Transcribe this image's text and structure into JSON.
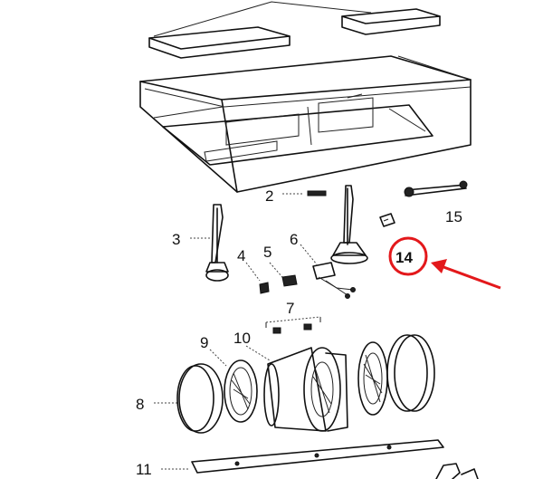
{
  "labels": [
    {
      "id": "2",
      "text": "2"
    },
    {
      "id": "3",
      "text": "3"
    },
    {
      "id": "4",
      "text": "4"
    },
    {
      "id": "5",
      "text": "5"
    },
    {
      "id": "6",
      "text": "6"
    },
    {
      "id": "7",
      "text": "7"
    },
    {
      "id": "8",
      "text": "8"
    },
    {
      "id": "9",
      "text": "9"
    },
    {
      "id": "10",
      "text": "10"
    },
    {
      "id": "11",
      "text": "11"
    },
    {
      "id": "14",
      "text": "14"
    },
    {
      "id": "15",
      "text": "15"
    }
  ],
  "highlight": {
    "label": "14",
    "color": "#e3181b"
  }
}
